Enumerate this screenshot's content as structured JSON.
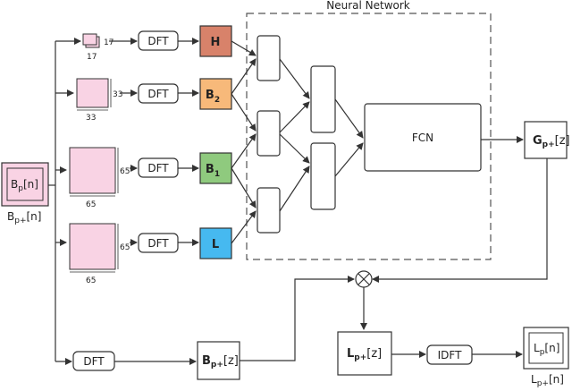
{
  "title": "Neural Network",
  "input": {
    "symbol": "B",
    "sub": "p",
    "arg": "[n]",
    "caption_sub": "p+",
    "caption_arg": "[n]"
  },
  "patches": [
    {
      "w": "17",
      "h": "17"
    },
    {
      "w": "33",
      "h": "33"
    },
    {
      "w": "65",
      "h": "65"
    },
    {
      "w": "65",
      "h": "65"
    }
  ],
  "dft_label": "DFT",
  "idft_label": "IDFT",
  "branches": [
    {
      "symbol": "H",
      "sub": "",
      "color": "#d8826a"
    },
    {
      "symbol": "B",
      "sub": "2",
      "color": "#f7b97a"
    },
    {
      "symbol": "B",
      "sub": "1",
      "color": "#8fca7e"
    },
    {
      "symbol": "L",
      "sub": "",
      "color": "#46b9f0"
    }
  ],
  "fcn_label": "FCN",
  "g_out": {
    "symbol": "G",
    "sub": "p+",
    "arg": "[z]"
  },
  "bottom_b": {
    "symbol": "B",
    "sub": "p+",
    "arg": "[z]"
  },
  "l_z": {
    "symbol": "L",
    "sub": "p+",
    "arg": "[z]"
  },
  "output": {
    "symbol": "L",
    "sub": "p",
    "arg": "[n]",
    "caption_sub": "p+",
    "caption_arg": "[n]"
  },
  "multiply_symbol": "⊗",
  "colors": {
    "patch_fill": "#f9d3e4",
    "line": "#333333"
  }
}
